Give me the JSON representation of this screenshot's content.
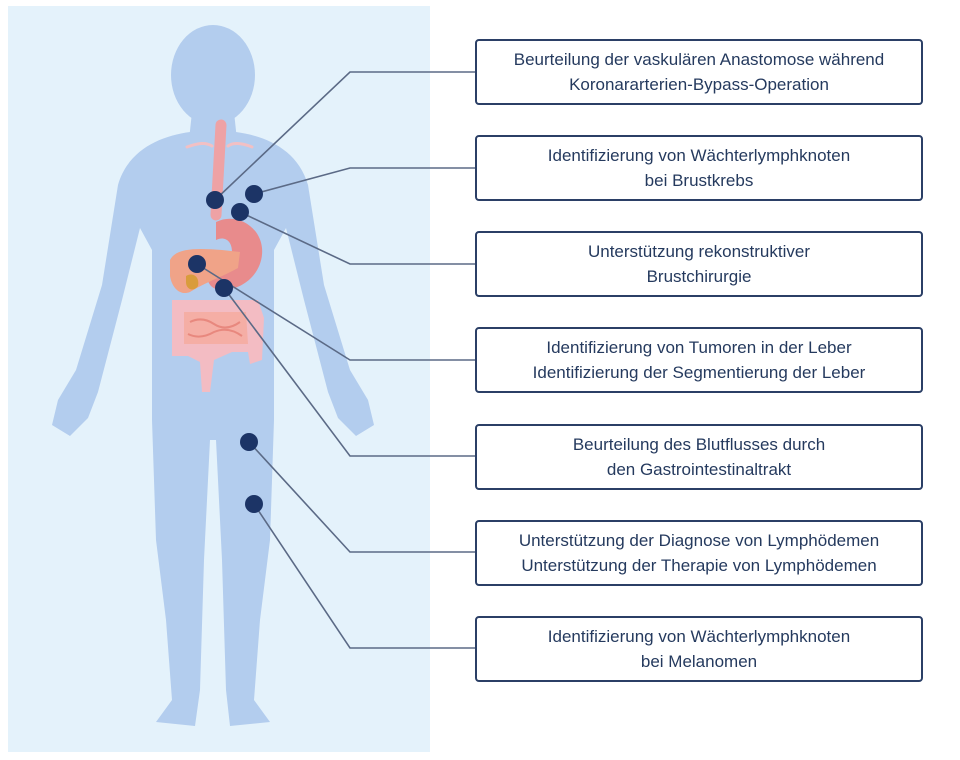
{
  "labels": [
    {
      "lines": [
        "Beurteilung der vaskulären Anastomose während",
        "Koronararterien-Bypass-Operation"
      ]
    },
    {
      "lines": [
        "Identifizierung von Wächterlymphknoten",
        "bei Brustkrebs"
      ]
    },
    {
      "lines": [
        "Unterstützung rekonstruktiver",
        "Brustchirurgie"
      ]
    },
    {
      "lines": [
        "Identifizierung von Tumoren in der Leber",
        "Identifizierung der Segmentierung der Leber"
      ]
    },
    {
      "lines": [
        "Beurteilung des Blutflusses durch",
        "den Gastrointestinaltrakt"
      ]
    },
    {
      "lines": [
        "Unterstützung der Diagnose von Lymphödemen",
        "Unterstützung der Therapie von Lymphödemen"
      ]
    },
    {
      "lines": [
        "Identifizierung von Wächterlymphknoten",
        "bei Melanomen"
      ]
    }
  ],
  "colors": {
    "panel": "#e4f2fb",
    "body_silhouette": "#b3cdee",
    "marker": "#1c3466",
    "connector": "#5b6a86",
    "box_border": "#2b3f66",
    "text": "#253a5e"
  }
}
